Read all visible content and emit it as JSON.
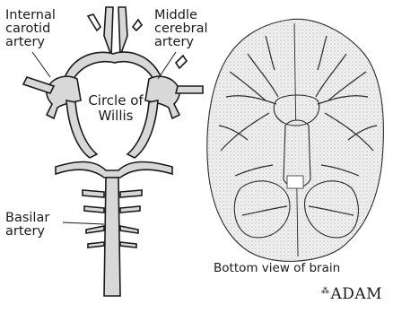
{
  "labels": {
    "internal_carotid": "Internal\ncarotid\nartery",
    "middle_cerebral": "Middle\ncerebral\nartery",
    "circle_of_willis": "Circle of\nWillis",
    "basilar": "Basilar\nartery",
    "bottom_view": "Bottom view of brain",
    "logo": "ADAM"
  },
  "colors": {
    "ink": "#1a1a1a",
    "artery_fill": "#d8d8d8",
    "brain_fill": "#eeeeee"
  }
}
